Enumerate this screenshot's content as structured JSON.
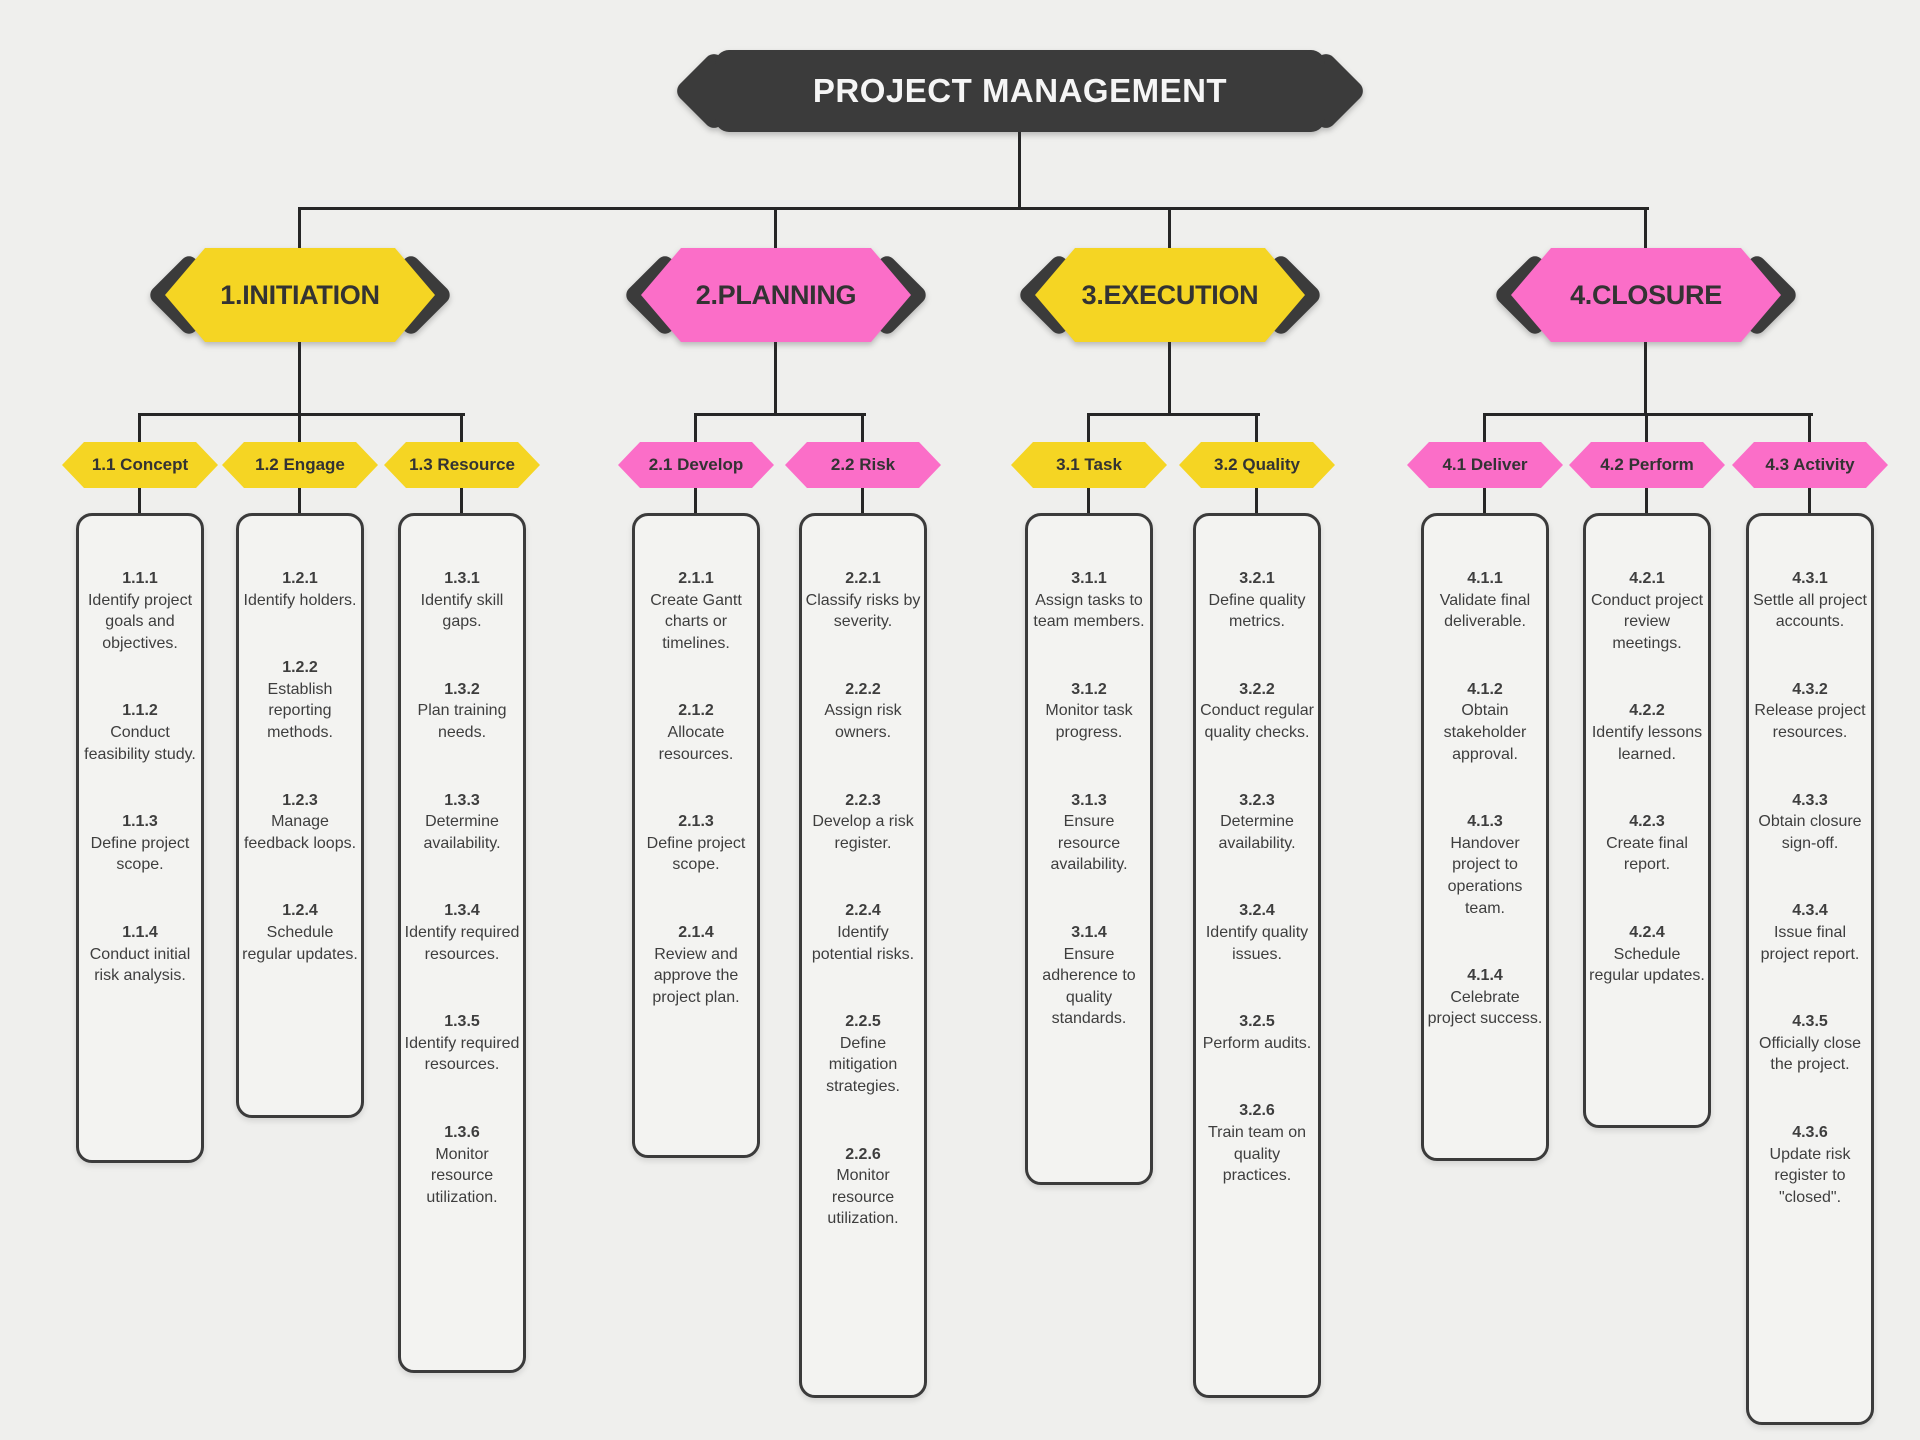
{
  "root": {
    "title": "PROJECT MANAGEMENT"
  },
  "palette": {
    "bg": "#efefed",
    "dark": "#3b3b3b",
    "yellow": "#f5d523",
    "pink": "#fb6ec8",
    "line": "#262626",
    "card": "#f3f3f1",
    "text": "#3e3e3e"
  },
  "branches": [
    {
      "label": "1.INITIATION",
      "color": "#f5d523",
      "groups": [
        {
          "label": "1.1 Concept",
          "tasks": [
            {
              "id": "1.1.1",
              "text": "Identify project goals and objectives."
            },
            {
              "id": "1.1.2",
              "text": "Conduct feasibility study."
            },
            {
              "id": "1.1.3",
              "text": "Define project scope."
            },
            {
              "id": "1.1.4",
              "text": "Conduct initial risk analysis."
            }
          ]
        },
        {
          "label": "1.2 Engage",
          "tasks": [
            {
              "id": "1.2.1",
              "text": "Identify holders."
            },
            {
              "id": "1.2.2",
              "text": "Establish reporting methods."
            },
            {
              "id": "1.2.3",
              "text": "Manage feedback loops."
            },
            {
              "id": "1.2.4",
              "text": "Schedule regular updates."
            }
          ]
        },
        {
          "label": "1.3 Resource",
          "tasks": [
            {
              "id": "1.3.1",
              "text": "Identify skill gaps."
            },
            {
              "id": "1.3.2",
              "text": "Plan training needs."
            },
            {
              "id": "1.3.3",
              "text": "Determine availability."
            },
            {
              "id": "1.3.4",
              "text": "Identify required resources."
            },
            {
              "id": "1.3.5",
              "text": "Identify required resources."
            },
            {
              "id": "1.3.6",
              "text": "Monitor resource utilization."
            }
          ]
        }
      ]
    },
    {
      "label": "2.PLANNING",
      "color": "#fb6ec8",
      "groups": [
        {
          "label": "2.1 Develop",
          "tasks": [
            {
              "id": "2.1.1",
              "text": "Create Gantt charts or timelines."
            },
            {
              "id": "2.1.2",
              "text": "Allocate resources."
            },
            {
              "id": "2.1.3",
              "text": "Define project scope."
            },
            {
              "id": "2.1.4",
              "text": "Review and approve the project plan."
            }
          ]
        },
        {
          "label": "2.2 Risk",
          "tasks": [
            {
              "id": "2.2.1",
              "text": "Classify risks by severity."
            },
            {
              "id": "2.2.2",
              "text": "Assign risk owners."
            },
            {
              "id": "2.2.3",
              "text": "Develop a risk register."
            },
            {
              "id": "2.2.4",
              "text": "Identify potential risks."
            },
            {
              "id": "2.2.5",
              "text": "Define mitigation strategies."
            },
            {
              "id": "2.2.6",
              "text": "Monitor resource utilization."
            }
          ]
        }
      ]
    },
    {
      "label": "3.EXECUTION",
      "color": "#f5d523",
      "groups": [
        {
          "label": "3.1 Task",
          "tasks": [
            {
              "id": "3.1.1",
              "text": "Assign tasks to team members."
            },
            {
              "id": "3.1.2",
              "text": "Monitor task progress."
            },
            {
              "id": "3.1.3",
              "text": "Ensure resource availability."
            },
            {
              "id": "3.1.4",
              "text": "Ensure adherence to quality standards."
            }
          ]
        },
        {
          "label": "3.2 Quality",
          "tasks": [
            {
              "id": "3.2.1",
              "text": "Define quality metrics."
            },
            {
              "id": "3.2.2",
              "text": "Conduct regular quality checks."
            },
            {
              "id": "3.2.3",
              "text": "Determine availability."
            },
            {
              "id": "3.2.4",
              "text": "Identify quality issues."
            },
            {
              "id": "3.2.5",
              "text": "Perform audits."
            },
            {
              "id": "3.2.6",
              "text": "Train team on quality practices."
            }
          ]
        }
      ]
    },
    {
      "label": "4.CLOSURE",
      "color": "#fb6ec8",
      "groups": [
        {
          "label": "4.1 Deliver",
          "tasks": [
            {
              "id": "4.1.1",
              "text": "Validate final deliverable."
            },
            {
              "id": "4.1.2",
              "text": "Obtain stakeholder approval."
            },
            {
              "id": "4.1.3",
              "text": "Handover project to operations team."
            },
            {
              "id": "4.1.4",
              "text": "Celebrate project success."
            }
          ]
        },
        {
          "label": "4.2 Perform",
          "tasks": [
            {
              "id": "4.2.1",
              "text": "Conduct project review meetings."
            },
            {
              "id": "4.2.2",
              "text": "Identify lessons learned."
            },
            {
              "id": "4.2.3",
              "text": "Create final report."
            },
            {
              "id": "4.2.4",
              "text": "Schedule regular updates."
            }
          ]
        },
        {
          "label": "4.3 Activity",
          "tasks": [
            {
              "id": "4.3.1",
              "text": "Settle all project accounts."
            },
            {
              "id": "4.3.2",
              "text": "Release project resources."
            },
            {
              "id": "4.3.3",
              "text": "Obtain closure sign-off."
            },
            {
              "id": "4.3.4",
              "text": "Issue final project report."
            },
            {
              "id": "4.3.5",
              "text": "Officially close the project."
            },
            {
              "id": "4.3.6",
              "text": "Update risk register to \"closed\"."
            }
          ]
        }
      ]
    }
  ]
}
